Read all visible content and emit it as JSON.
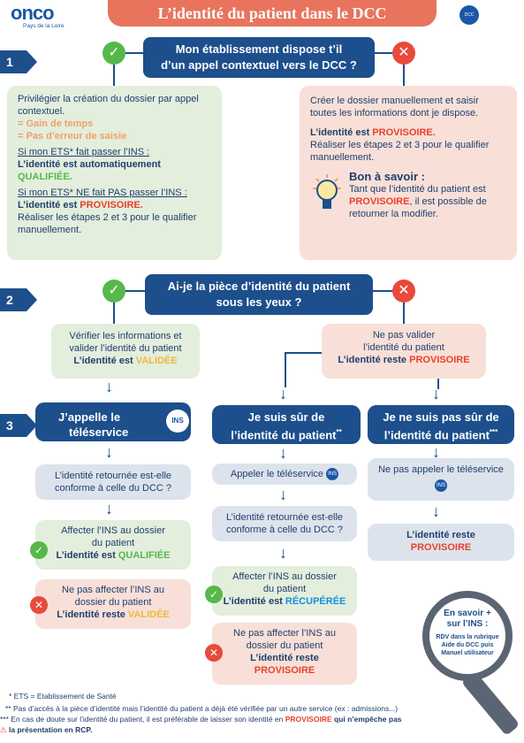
{
  "header": {
    "logo_text": "onco",
    "logo_sub": "Pays de la Loire",
    "title": "L’identité du patient dans le DCC",
    "dcc_icon": "DCC"
  },
  "steps": {
    "s1": "1",
    "s2": "2",
    "s3": "3"
  },
  "q1": {
    "text_a": "Mon établissement dispose t’il",
    "text_b": "d’un appel contextuel vers le DCC ?"
  },
  "left1": {
    "l1": "Privilégier la création du dossier par appel",
    "l2": "contextuel.",
    "l3": "= Gain de temps",
    "l4": "= Pas d’erreur de saisie",
    "l5": "Si mon ETS* fait passer l’INS :",
    "l6": "L’identité est automatiquement",
    "l7": "QUALIFIÉE.",
    "l8": "Si mon ETS* NE fait PAS passer l’INS :",
    "l9a": "L’identité est ",
    "l9b": "PROVISOIRE.",
    "l10": "Réaliser les étapes 2 et 3 pour le qualifier",
    "l11": "manuellement."
  },
  "right1": {
    "l1": "Créer le dossier manuellement et saisir",
    "l2": "toutes les informations dont je dispose.",
    "l3a": "L’identité est ",
    "l3b": "PROVISOIRE.",
    "l4": "Réaliser les étapes 2 et 3 pour le qualifier",
    "l5": "manuellement.",
    "tip_title": "Bon à savoir :",
    "tip1": "Tant que l’identité du patient est",
    "tip2a": "PROVISOIRE",
    "tip2b": ", il est possible de",
    "tip3": "retourner la modifier."
  },
  "q2": {
    "text_a": "Ai-je la pièce d’identité du patient",
    "text_b": "sous les yeux ?"
  },
  "left2": {
    "l1": "Vérifier les informations et",
    "l2": "valider l’identité du patient",
    "l3a": "L’identité est ",
    "l3b": "VALIDÉE"
  },
  "right2": {
    "l1": "Ne pas valider",
    "l2": "l’identité du patient",
    "l3a": "L’identité reste ",
    "l3b": "PROVISOIRE"
  },
  "col1": {
    "head_a": "J’appelle le",
    "head_b": "téléservice",
    "ins_icon": "INS",
    "q_a": "L’identité retournée est-elle",
    "q_b": "conforme à celle du DCC ?",
    "yes_a": "Affecter l’INS au dossier",
    "yes_b": "du patient",
    "yes_c1": "L’identité est ",
    "yes_c2": "QUALIFIÉE",
    "no_a": "Ne pas affecter l’INS au",
    "no_b": "dossier du patient",
    "no_c1": "L’identité reste ",
    "no_c2": "VALIDÉE"
  },
  "col2": {
    "head_a": "Je suis sûr de",
    "head_b": "l’identité du patient",
    "head_star": "**",
    "call": "Appeler le téléservice",
    "q_a": "L’identité retournée est-elle",
    "q_b": "conforme à celle du DCC ?",
    "yes_a": "Affecter l’INS au dossier",
    "yes_b": "du patient",
    "yes_c1": "L’identité est ",
    "yes_c2": "RÉCUPÉRÉE",
    "no_a": "Ne pas affecter l’INS au",
    "no_b": "dossier du patient",
    "no_c1": "L’identité reste",
    "no_c2": "PROVISOIRE"
  },
  "col3": {
    "head_a": "Je ne suis pas sûr de",
    "head_b": "l’identité du patient",
    "head_star": "***",
    "no_call": "Ne pas appeler le téléservice",
    "res_a": "L’identité reste",
    "res_b": "PROVISOIRE"
  },
  "more": {
    "l1": "En savoir +",
    "l2": "sur l’INS :",
    "l3": "RDV dans la rubrique",
    "l4": "Aide du DCC puis",
    "l5": "Manuel utilisateur"
  },
  "footnotes": {
    "f1": "* ETS = Etablissement de Santé",
    "f2": "** Pas d’accès à la pièce d’identité mais l’identité du patient a déjà été vérifiée par un autre service (ex : admissions...)",
    "f3a": "*** En cas de doute sur l’identité du patient, il est préférable de laisser son identité en ",
    "f3b": "PROVISOIRE",
    "f3c": " qui n’empêche pas",
    "f4": "la présentation en RCP."
  },
  "colors": {
    "navy": "#1d4f8c",
    "coral": "#e8745e",
    "green": "#55b949",
    "red": "#e8412c",
    "yellow": "#f0b83c"
  }
}
